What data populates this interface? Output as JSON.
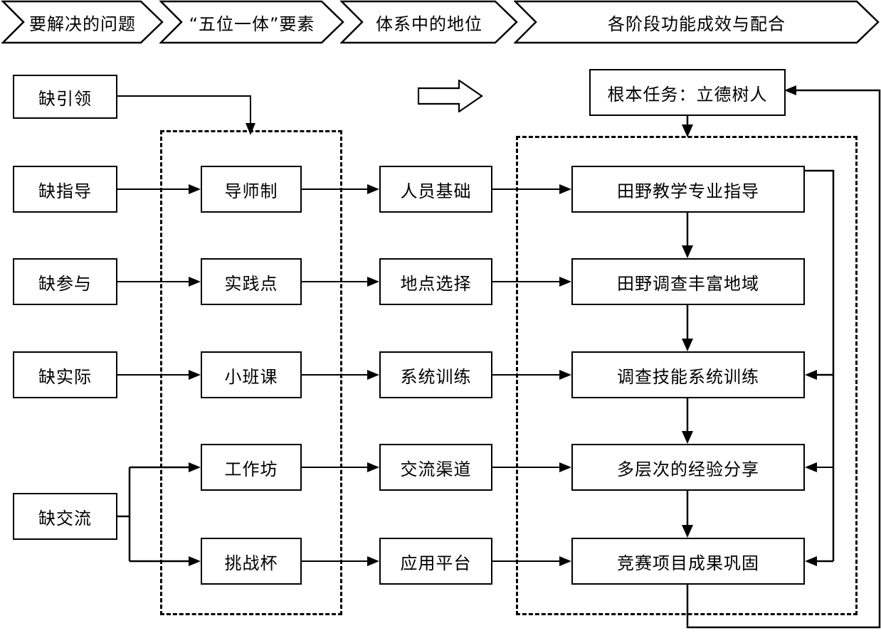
{
  "header": {
    "chevrons": [
      {
        "label": "要解决的问题"
      },
      {
        "label": "“五位一体”要素"
      },
      {
        "label": "体系中的地位"
      },
      {
        "label": "各阶段功能成效与配合"
      }
    ]
  },
  "top_task": {
    "label": "根本任务：立德树人"
  },
  "problems": {
    "title": "要解决的问题",
    "items": [
      {
        "label": "缺引领"
      },
      {
        "label": "缺指导"
      },
      {
        "label": "缺参与"
      },
      {
        "label": "缺实际"
      },
      {
        "label": "缺交流"
      }
    ]
  },
  "elements": {
    "title": "“五位一体”要素",
    "items": [
      {
        "label": "导师制"
      },
      {
        "label": "实践点"
      },
      {
        "label": "小班课"
      },
      {
        "label": "工作坊"
      },
      {
        "label": "挑战杯"
      }
    ]
  },
  "positions": {
    "title": "体系中的地位",
    "items": [
      {
        "label": "人员基础"
      },
      {
        "label": "地点选择"
      },
      {
        "label": "系统训练"
      },
      {
        "label": "交流渠道"
      },
      {
        "label": "应用平台"
      }
    ]
  },
  "outcomes": {
    "title": "各阶段功能成效与配合",
    "items": [
      {
        "label": "田野教学专业指导"
      },
      {
        "label": "田野调查丰富地域"
      },
      {
        "label": "调查技能系统训练"
      },
      {
        "label": "多层次的经验分享"
      },
      {
        "label": "竞赛项目成果巩固"
      }
    ]
  },
  "icons": {
    "flow_arrow": "right-block-arrow-icon"
  },
  "colors": {
    "stroke": "#000000",
    "background": "#ffffff"
  }
}
